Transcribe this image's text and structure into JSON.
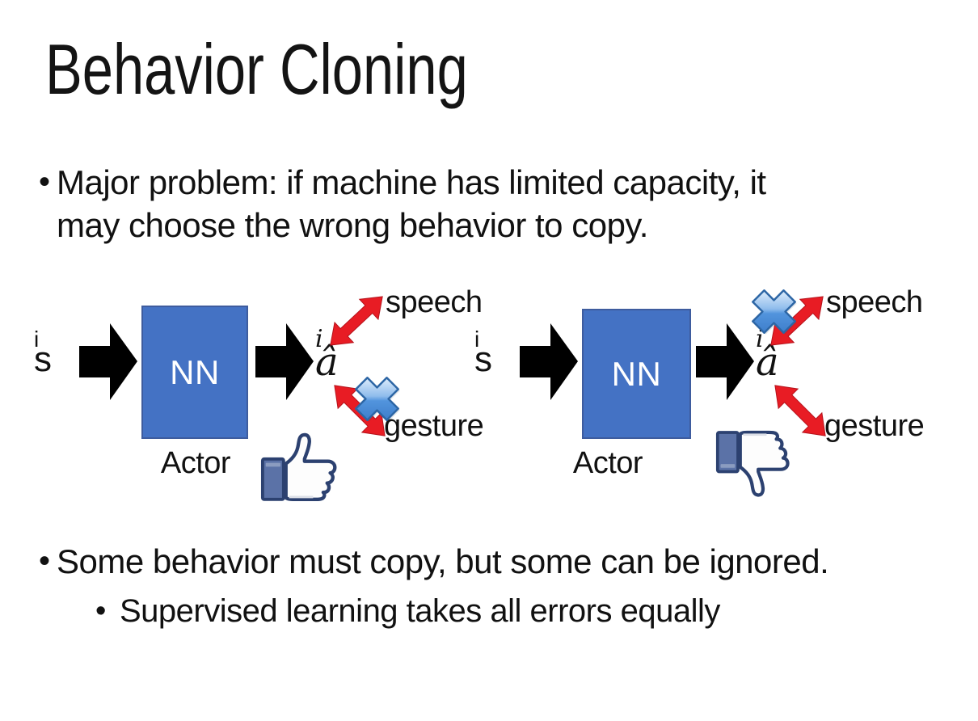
{
  "title": "Behavior Cloning",
  "bullets": {
    "glyph": "•",
    "b1_line1": "Major problem: if machine has limited capacity, it",
    "b1_line2": "may choose the wrong behavior to copy.",
    "b2": "Some behavior must copy, but some can be ignored.",
    "b3": "Supervised learning takes all errors equally"
  },
  "diagram_left": {
    "input": "s",
    "input_sub": "i",
    "nn": "NN",
    "output": "â",
    "output_sub": "i",
    "speech": "speech",
    "gesture": "gesture",
    "actor": "Actor",
    "crossed_out": "gesture",
    "feedback_icon": "thumbs-up"
  },
  "diagram_right": {
    "input": "s",
    "input_sub": "i",
    "nn": "NN",
    "output": "â",
    "output_sub": "i",
    "speech": "speech",
    "gesture": "gesture",
    "actor": "Actor",
    "crossed_out": "speech",
    "feedback_icon": "thumbs-down"
  },
  "colors": {
    "nn_box": "#4472c4",
    "nn_box_border": "#3e5c9e",
    "arrow_black": "#000000",
    "arrow_red": "#e81c24",
    "cross_blue": "#5294dd",
    "cross_border": "#2d66a5",
    "thumb_outline": "#2c4170",
    "thumb_cuff": "#5b72a7",
    "text": "#111111",
    "background": "#ffffff"
  }
}
